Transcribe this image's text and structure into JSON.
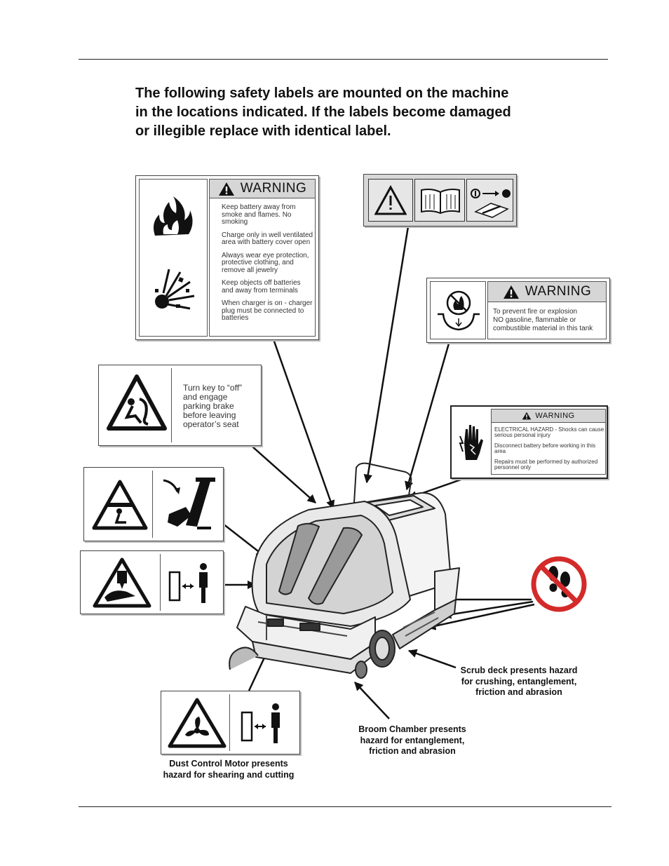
{
  "intro": {
    "lines": [
      "The following safety labels are mounted on the machine",
      "in the locations indicated. If the labels become damaged",
      "or illegible replace with identical label."
    ]
  },
  "battery_label": {
    "header": "WARNING",
    "items": [
      "Keep battery away from smoke and flames. No smoking",
      "Charge only in well ventilated area with battery cover open",
      "Always wear eye protection, protective clothing, and remove all jewelry",
      "Keep objects off batteries and away from terminals",
      "When charger is on - charger plug must be connected to batteries"
    ]
  },
  "fuel_label": {
    "header": "WARNING",
    "lines": [
      "To prevent fire or explosion",
      "NO gasoline, flammable or",
      "combustible material in this tank"
    ]
  },
  "key_label": {
    "lines": [
      "Turn key to “off”",
      "and engage",
      "parking brake",
      "before leaving",
      "operator’s seat"
    ]
  },
  "electrical_label": {
    "header": "WARNING",
    "items": [
      "ELECTRICAL HAZARD - Shocks can cause serious personal injury",
      "Disconnect battery before working in this area",
      "Repairs must be performed by authorized personnel only"
    ]
  },
  "captions": {
    "scrub_deck": [
      "Scrub deck presents hazard",
      "for crushing, entanglement,",
      "friction and abrasion"
    ],
    "broom_chamber": [
      "Broom Chamber presents",
      "hazard for entanglement,",
      "friction and abrasion"
    ],
    "dust_control": [
      "Dust Control Motor presents",
      "hazard for shearing and cutting"
    ]
  }
}
